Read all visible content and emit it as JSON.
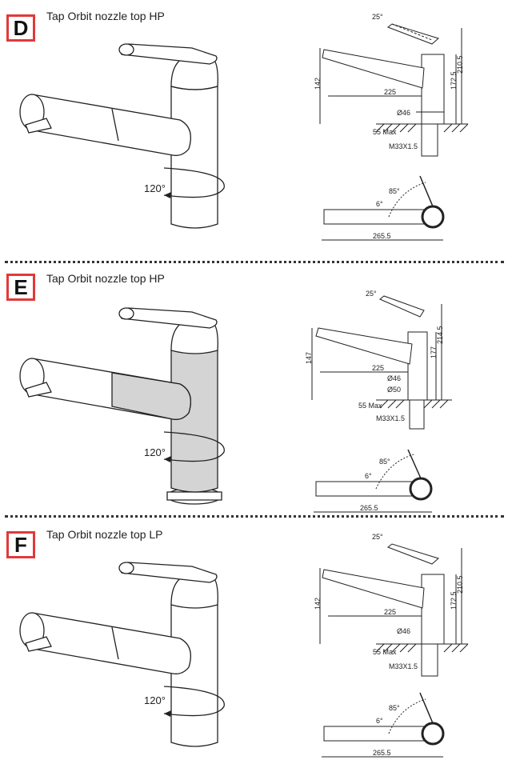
{
  "sections": [
    {
      "letter": "D",
      "title": "Tap Orbit nozzle top HP",
      "rotation": "120°",
      "side": {
        "angle": "25°",
        "height": "142",
        "reach": "225",
        "dim1": "172.5",
        "dim2": "210.5",
        "diam1": "Ø46",
        "diam2": "",
        "max": "55 Max",
        "thread": "M33X1.5"
      },
      "top": {
        "angle_small": "6°",
        "angle_large": "85°",
        "length": "265.5"
      }
    },
    {
      "letter": "E",
      "title": "Tap Orbit nozzle top HP",
      "rotation": "120°",
      "side": {
        "angle": "25°",
        "height": "147",
        "reach": "225",
        "dim1": "177",
        "dim2": "214.5",
        "diam1": "Ø46",
        "diam2": "Ø50",
        "max": "55 Max",
        "thread": "M33X1.5"
      },
      "top": {
        "angle_small": "6°",
        "angle_large": "85°",
        "length": "265.5"
      }
    },
    {
      "letter": "F",
      "title": "Tap Orbit nozzle top LP",
      "rotation": "120°",
      "side": {
        "angle": "25°",
        "height": "142",
        "reach": "225",
        "dim1": "172.5",
        "dim2": "210.5",
        "diam1": "Ø46",
        "diam2": "",
        "max": "55 Max",
        "thread": "M33X1.5"
      },
      "top": {
        "angle_small": "6°",
        "angle_large": "85°",
        "length": "265.5"
      }
    }
  ]
}
